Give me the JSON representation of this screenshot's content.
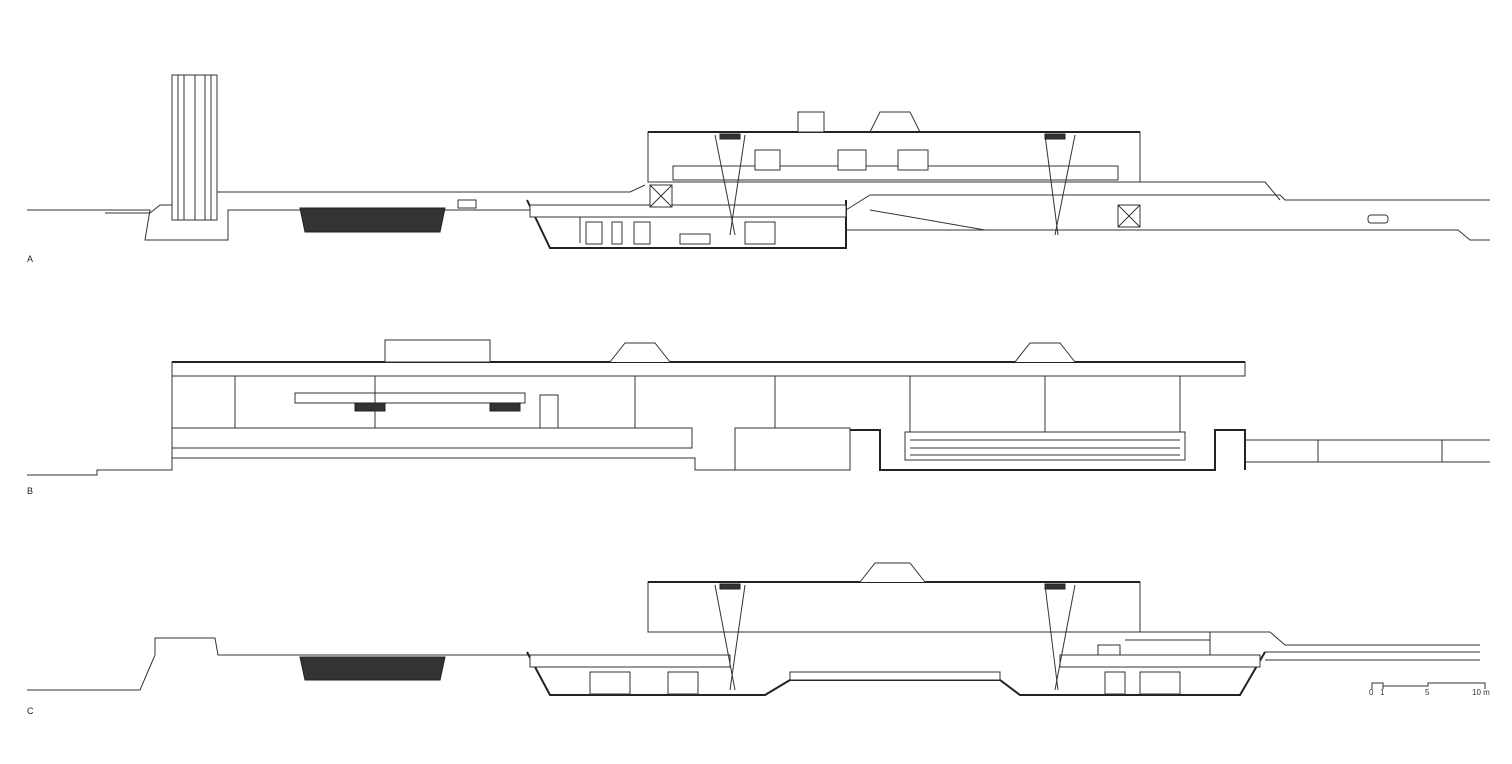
{
  "sections": [
    {
      "label": "A"
    },
    {
      "label": "B"
    },
    {
      "label": "C"
    }
  ],
  "scale_bar": {
    "ticks": [
      "0",
      "1",
      "5",
      "10 m"
    ]
  }
}
